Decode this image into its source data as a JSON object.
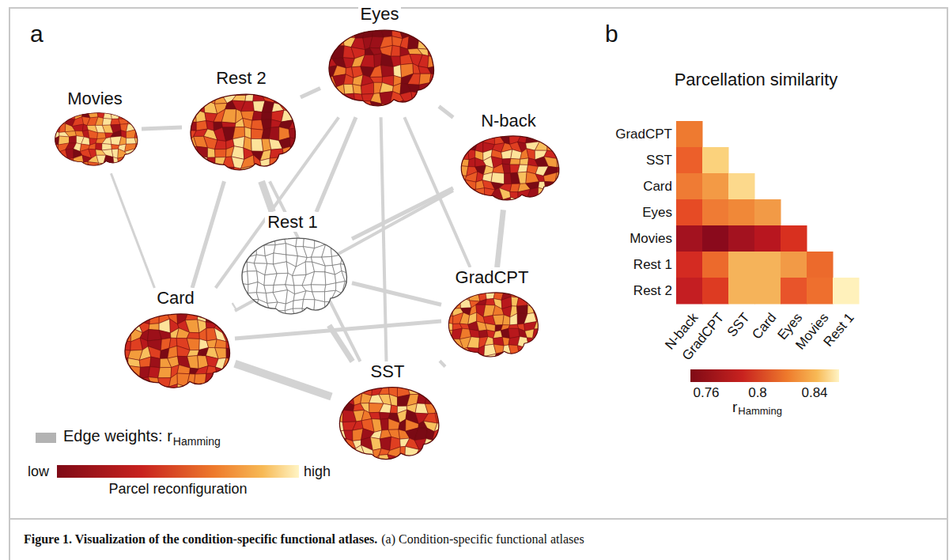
{
  "diagram": {
    "caption": "Figure 1. Visualization of the condition-specific functional atlases.",
    "nodes": [
      {
        "text": [
          "Movies"
        ]
      },
      {
        "text": [
          "Rest 2"
        ]
      },
      {
        "text": [
          "Eyes"
        ]
      },
      {
        "text": [
          "N-back"
        ]
      },
      {
        "text": [
          "Rest 1"
        ]
      },
      {
        "text": [
          "Card"
        ]
      },
      {
        "text": [
          "GradCPT"
        ]
      },
      {
        "text": [
          "SST"
        ]
      }
    ],
    "edges": [
      {
        "from": 0,
        "to": 1,
        "arrow": "none"
      },
      {
        "from": 0,
        "to": 5,
        "arrow": "none"
      },
      {
        "from": 1,
        "to": 2,
        "arrow": "none"
      },
      {
        "from": 1,
        "to": 4,
        "arrow": "none"
      },
      {
        "from": 1,
        "to": 5,
        "arrow": "none"
      },
      {
        "from": 1,
        "to": 7,
        "arrow": "none"
      },
      {
        "from": 2,
        "to": 3,
        "arrow": "none"
      },
      {
        "from": 2,
        "to": 4,
        "arrow": "none"
      },
      {
        "from": 2,
        "to": 7,
        "arrow": "none"
      },
      {
        "from": 2,
        "to": 6,
        "arrow": "none"
      },
      {
        "from": 2,
        "to": 5,
        "arrow": "none"
      },
      {
        "from": 3,
        "to": 4,
        "arrow": "none"
      },
      {
        "from": 3,
        "to": 6,
        "arrow": "none"
      },
      {
        "from": 3,
        "to": 5,
        "arrow": "none"
      },
      {
        "from": 4,
        "to": 5,
        "arrow": "none"
      },
      {
        "from": 4,
        "to": 7,
        "arrow": "none"
      },
      {
        "from": 4,
        "to": 6,
        "arrow": "none"
      },
      {
        "from": 5,
        "to": 7,
        "arrow": "none"
      },
      {
        "from": 5,
        "to": 6,
        "arrow": "none"
      },
      {
        "from": 6,
        "to": 7,
        "arrow": "none"
      }
    ],
    "labels": [
      "a",
      "b",
      "Parcellation similarity",
      "GradCPT",
      "SST",
      "Card",
      "Eyes",
      "Movies",
      "Rest 1",
      "Rest 2",
      "N-back",
      "GradCPT",
      "SST",
      "Card",
      "Eyes",
      "Movies",
      "Rest 1",
      "0.76",
      "0.8",
      "0.84",
      "r",
      "Hamming",
      "Hamming",
      "low",
      "high",
      "Parcel reconfiguration",
      "(a) Condition-specific functional atlases"
    ],
    "legend": [
      {
        "text": "Edge weights: r",
        "color": "#b3b3b3"
      }
    ]
  }
}
